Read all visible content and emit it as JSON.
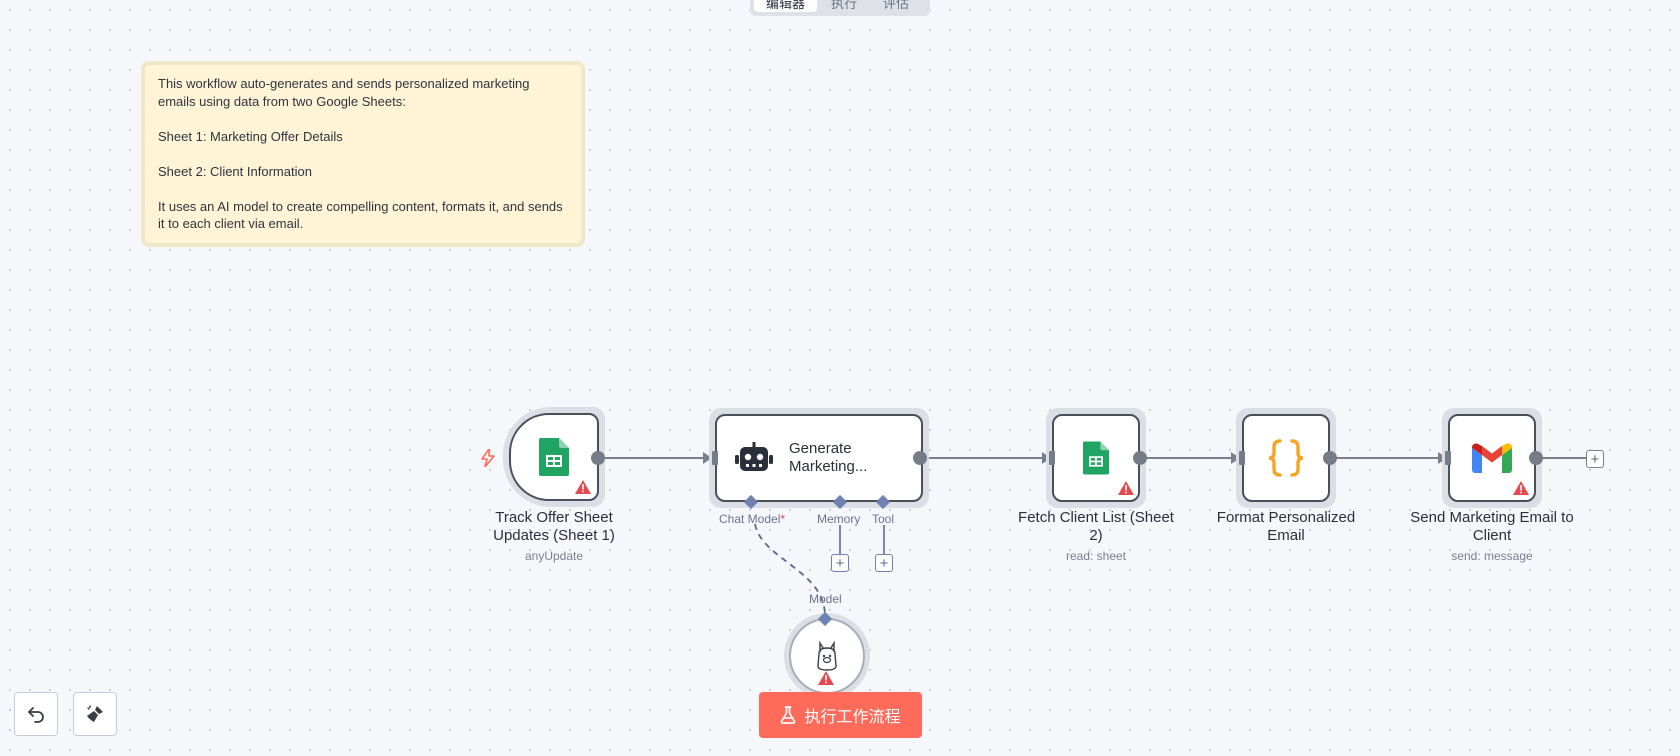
{
  "tabs": [
    {
      "label": "编辑器",
      "active": true
    },
    {
      "label": "执行",
      "active": false
    },
    {
      "label": "评估",
      "active": false
    }
  ],
  "sticky_note": {
    "text": "This workflow auto-generates and sends personalized marketing emails using data from two Google Sheets:\n\nSheet 1: Marketing Offer Details\n\nSheet 2: Client Information\n\nIt uses an AI model to create compelling content, formats it, and sends it to each client via email."
  },
  "nodes": {
    "trigger": {
      "title": "Track Offer Sheet Updates (Sheet 1)",
      "subtitle": "anyUpdate",
      "icon": "google-sheets-icon"
    },
    "agent": {
      "title": "Generate Marketing...",
      "icon": "robot-icon",
      "sub_inputs": {
        "chat_model": "Chat Model",
        "chat_model_required": "*",
        "memory": "Memory",
        "tool": "Tool"
      }
    },
    "fetch": {
      "title": "Fetch Client List (Sheet 2)",
      "subtitle": "read: sheet",
      "icon": "google-sheets-icon"
    },
    "format": {
      "title": "Format Personalized Email",
      "icon": "code-braces-icon"
    },
    "send": {
      "title": "Send Marketing Email to Client",
      "subtitle": "send: message",
      "icon": "gmail-icon"
    },
    "model": {
      "label": "Model",
      "icon": "ollama-icon"
    }
  },
  "run_button": {
    "label": "执行工作流程"
  },
  "colors": {
    "accent": "#ff6b5b",
    "sheets_green": "#1fa463",
    "braces_orange": "#f6a623",
    "warning_red": "#e5484d"
  }
}
